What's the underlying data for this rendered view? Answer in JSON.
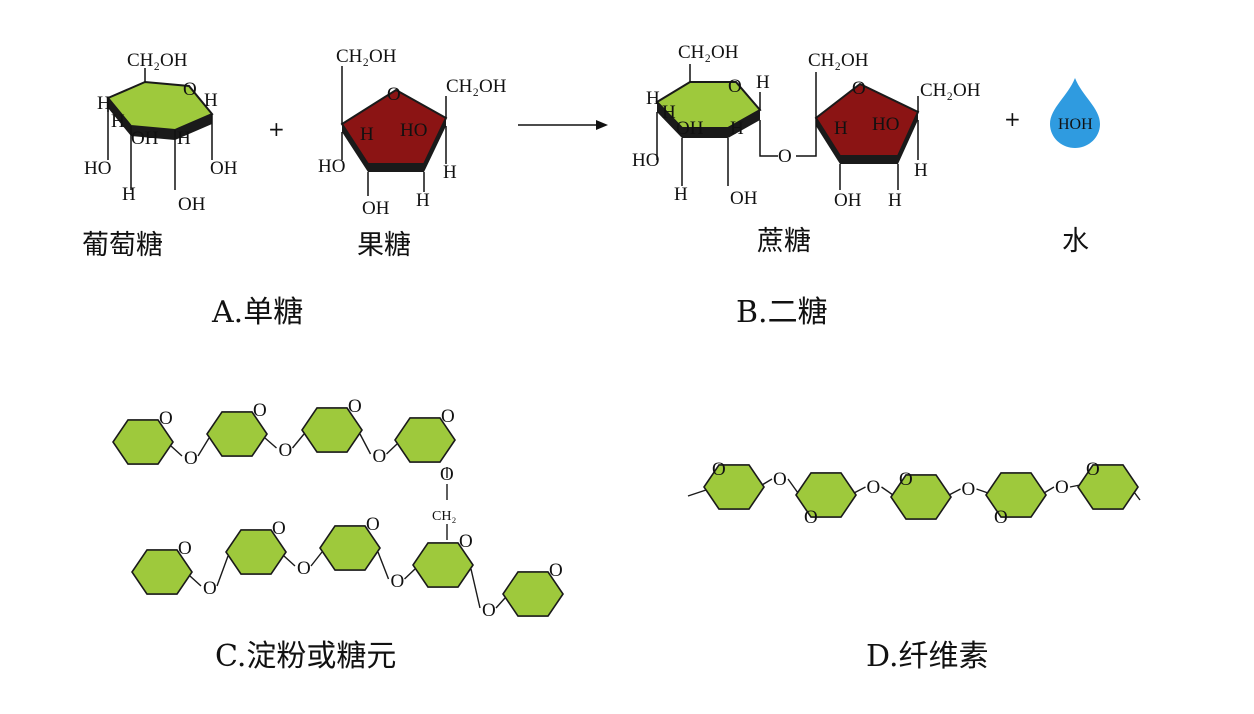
{
  "labels": {
    "glucose": "葡萄糖",
    "fructose": "果糖",
    "sucrose": "蔗糖",
    "water": "水",
    "plus": "+",
    "water_formula": "HOH"
  },
  "captions": {
    "a": "A.单糖",
    "b": "B.二糖",
    "c": "C.淀粉或糖元",
    "d": "D.纤维素"
  },
  "chem": {
    "ch2oh": "CH₂OH",
    "oh": "OH",
    "ho": "HO",
    "h": "H",
    "o": "O",
    "ch2": "CH₂"
  },
  "colors": {
    "glucose_ring": "#9ec93c",
    "fructose_ring": "#8b1414",
    "water_drop": "#2f9be0",
    "ring_edge": "#1a1a1a"
  }
}
